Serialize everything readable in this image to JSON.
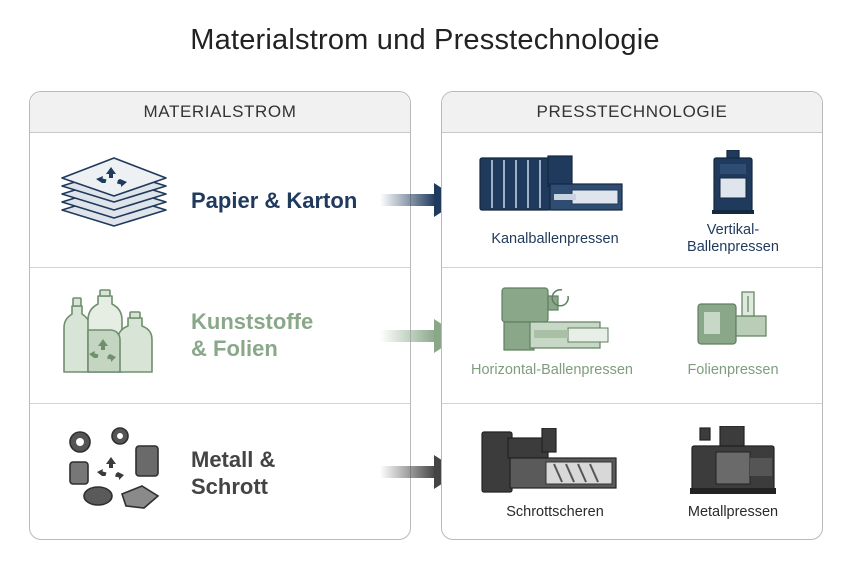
{
  "title": "Materialstrom und Presstechnologie",
  "left_panel": {
    "header": "MATERIALSTROM",
    "items": [
      {
        "label_lines": [
          "Papier & Karton"
        ],
        "icon": "paper-stack-recycle-icon",
        "color": "#1f3a5c"
      },
      {
        "label_lines": [
          "Kunststoffe",
          "& Folien"
        ],
        "icon": "plastic-bottles-recycle-icon",
        "color": "#8aa889"
      },
      {
        "label_lines": [
          "Metall &",
          "Schrott"
        ],
        "icon": "scrap-metal-recycle-icon",
        "color": "#444444"
      }
    ]
  },
  "right_panel": {
    "header": "PRESSTECHNOLOGIE",
    "rows": [
      {
        "machines": [
          {
            "label_lines": [
              "Kanalballenpressen"
            ],
            "icon": "channel-baler-icon"
          },
          {
            "label_lines": [
              "Vertikal-",
              "Ballenpressen"
            ],
            "icon": "vertical-baler-icon"
          }
        ]
      },
      {
        "machines": [
          {
            "label_lines": [
              "Horizontal-Ballenpressen"
            ],
            "icon": "horizontal-baler-icon"
          },
          {
            "label_lines": [
              "Folienpressen"
            ],
            "icon": "film-press-icon"
          }
        ]
      },
      {
        "machines": [
          {
            "label_lines": [
              "Schrottscheren"
            ],
            "icon": "scrap-shear-icon"
          },
          {
            "label_lines": [
              "Metallpressen"
            ],
            "icon": "metal-press-icon"
          }
        ]
      }
    ]
  },
  "colors": {
    "blue": "#1f3a5c",
    "green": "#8aa889",
    "dark": "#444444",
    "panel_header_bg": "#f1f1f1",
    "border": "#b9b9b9"
  }
}
